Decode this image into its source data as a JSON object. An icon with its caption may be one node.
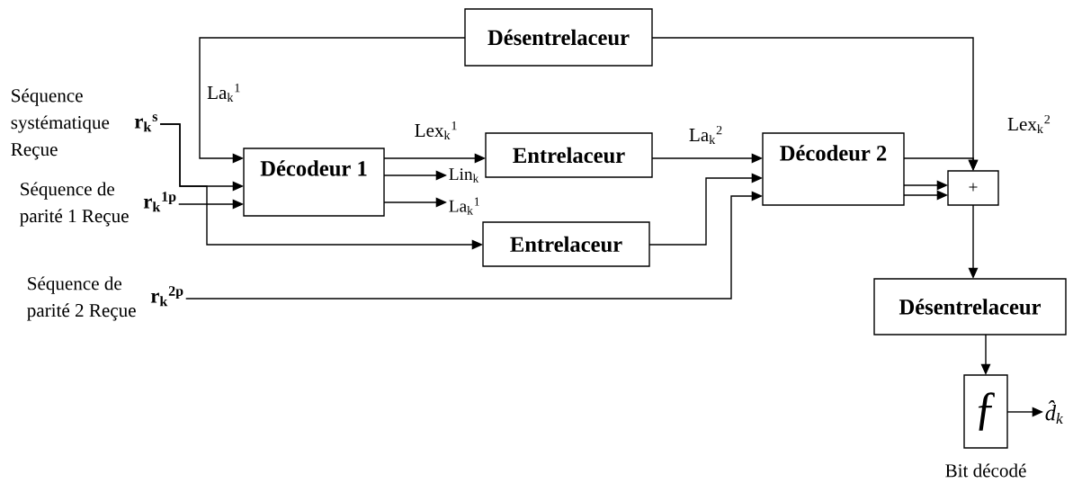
{
  "diagram": {
    "nodes": [
      {
        "text": [
          "Désentrelaceur"
        ]
      },
      {
        "text": [
          "Décodeur 1"
        ]
      },
      {
        "text": [
          "Entrelaceur"
        ]
      },
      {
        "text": [
          "Entrelaceur"
        ]
      },
      {
        "text": [
          "Décodeur 2"
        ]
      },
      {
        "text": [
          "+"
        ]
      },
      {
        "text": [
          "Désentrelaceur"
        ]
      },
      {
        "text": [
          "ƒ"
        ],
        "beside": [
          "Bit décodé"
        ]
      },
      {
        "text": [
          "Séquence systématique Reçue",
          "r$_{k}$$^{s}$"
        ]
      },
      {
        "text": [
          "Séquence de parité 1 Reçue",
          "r$_{k}$$^{1p}$"
        ]
      },
      {
        "text": [
          "Séquence de parité 2 Reçue",
          "r$_{k}$$^{2p}$"
        ]
      },
      {
        "text": [
          "d̂$_{k}$"
        ]
      },
      {
        "text": [
          "Lin$_{k}$"
        ]
      },
      {
        "text": [
          "La$_{k}$$^{1}$"
        ]
      }
    ],
    "edges": [
      {
        "from": 0,
        "to": 1,
        "arrow": "to",
        "label": "La$_{k}$$^{1}$"
      },
      {
        "from": 8,
        "to": 1,
        "arrow": "to"
      },
      {
        "from": 8,
        "to": 3,
        "arrow": "to"
      },
      {
        "from": 9,
        "to": 1,
        "arrow": "to"
      },
      {
        "from": 1,
        "to": 2,
        "arrow": "to",
        "label": "Lex$_{k}$$^{1}$"
      },
      {
        "from": 1,
        "to": 12,
        "arrow": "to"
      },
      {
        "from": 1,
        "to": 13,
        "arrow": "to"
      },
      {
        "from": 2,
        "to": 4,
        "arrow": "to",
        "label": "La$_{k}$$^{2}$"
      },
      {
        "from": 3,
        "to": 4,
        "arrow": "to"
      },
      {
        "from": 10,
        "to": 4,
        "arrow": "to"
      },
      {
        "from": 0,
        "to": 5,
        "arrow": "to",
        "label": "Lex$_{k}$$^{2}$"
      },
      {
        "from": 4,
        "to": 5,
        "arrow": "to"
      },
      {
        "from": 4,
        "to": 5,
        "arrow": "to"
      },
      {
        "from": 4,
        "to": 5,
        "arrow": "to"
      },
      {
        "from": 5,
        "to": 6,
        "arrow": "to"
      },
      {
        "from": 6,
        "to": 7,
        "arrow": "to"
      },
      {
        "from": 7,
        "to": 11,
        "arrow": "to"
      }
    ]
  }
}
